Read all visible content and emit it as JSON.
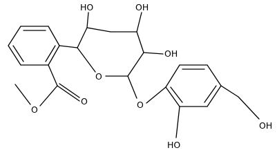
{
  "molecule": {
    "labels": {
      "hydroxyl_c3": "HO",
      "hydroxyl_c4": "OH",
      "hydroxyl_c2": "OH",
      "ring_oxygen": "O",
      "glycosidic_oxygen": "O",
      "ester_carbonyl_oxygen": "O",
      "ester_ether_oxygen": "O",
      "phenol_oh": "HO",
      "benzylic_oh": "OH"
    },
    "ink_color": "#000000",
    "background_color": "#ffffff"
  }
}
